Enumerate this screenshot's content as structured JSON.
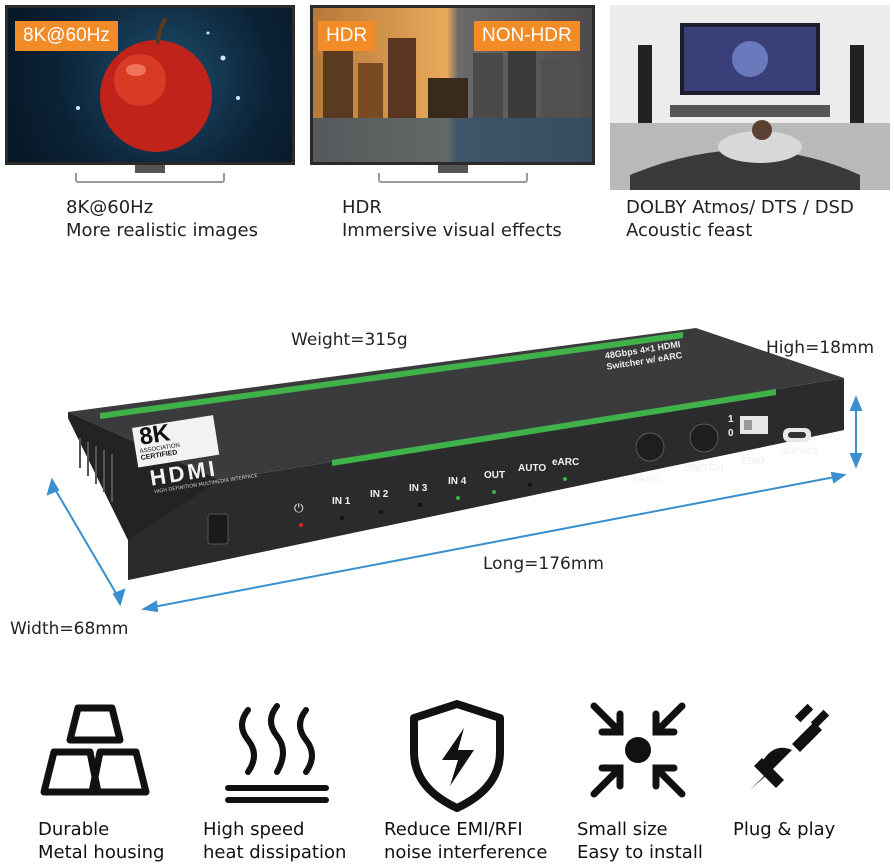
{
  "top_panels": [
    {
      "badge": "8K@60Hz",
      "caption_line1": "8K@60Hz",
      "caption_line2": "More realistic images"
    },
    {
      "badge_left": "HDR",
      "badge_right": "NON-HDR",
      "caption_line1": "HDR",
      "caption_line2": "Immersive visual effects"
    },
    {
      "caption_line1": "DOLBY Atmos/ DTS / DSD",
      "caption_line2": "Acoustic feast"
    }
  ],
  "dimensions": {
    "weight": "Weight=315g",
    "high": "High=18mm",
    "long": "Long=176mm",
    "width": "Width=68mm"
  },
  "device": {
    "top_label_line1": "48Gbps 4×1 HDMI",
    "top_label_line2": "Switcher w/ eARC",
    "logo_8k": "8K",
    "logo_association": "ASSOCIATION",
    "logo_certified": "CERTIFIED",
    "logo_hdmi": "HDMI",
    "logo_tagline": "HIGH DEFINITION MULTIMEDIA INTERFACE",
    "indicators": [
      "IN 1",
      "IN 2",
      "IN 3",
      "IN 4",
      "OUT",
      "AUTO",
      "eARC"
    ],
    "button_earc": "eARC",
    "button_switch": "SWITCH",
    "edid_label": "EDID",
    "edid_1": "1",
    "edid_0": "0",
    "service_label": "SERVICE",
    "accent_color": "#3fb24a"
  },
  "features": [
    {
      "icon": "metal-bars-icon",
      "line1": "Durable",
      "line2": "Metal housing"
    },
    {
      "icon": "heat-waves-icon",
      "line1": "High speed",
      "line2": "heat dissipation"
    },
    {
      "icon": "shield-bolt-icon",
      "line1": "Reduce EMI/RFI",
      "line2": "noise interference"
    },
    {
      "icon": "compress-arrows-icon",
      "line1": "Small size",
      "line2": "Easy to install"
    },
    {
      "icon": "plug-icon",
      "line1": "Plug & play",
      "line2": ""
    }
  ]
}
